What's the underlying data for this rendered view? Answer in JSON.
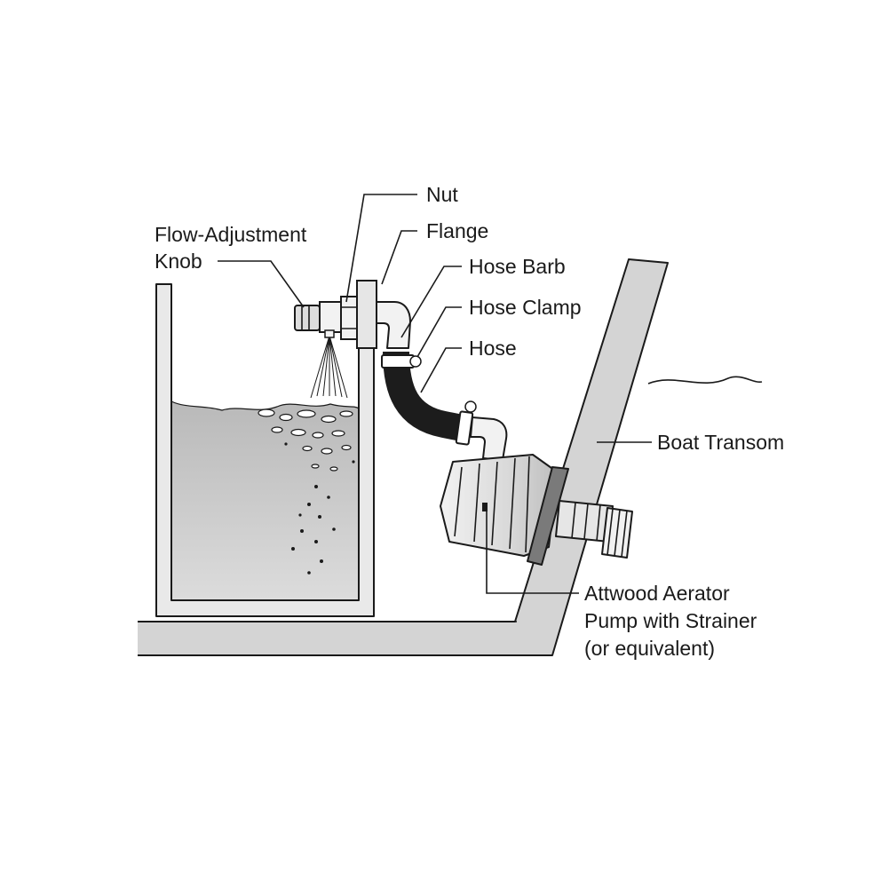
{
  "labels": {
    "nut": "Nut",
    "flow_knob_line1": "Flow-Adjustment",
    "flow_knob_line2": "Knob",
    "flange": "Flange",
    "hose_barb": "Hose Barb",
    "hose_clamp": "Hose Clamp",
    "hose": "Hose",
    "boat_transom": "Boat Transom",
    "pump_line1": "Attwood Aerator",
    "pump_line2": "Pump with Strainer",
    "pump_line3": "(or equivalent)"
  },
  "colors": {
    "outline": "#1a1a1a",
    "water": "#c9c9c9",
    "transom": "#d4d4d4",
    "hose": "#1c1c1c",
    "fitting": "#e6e6e6"
  }
}
